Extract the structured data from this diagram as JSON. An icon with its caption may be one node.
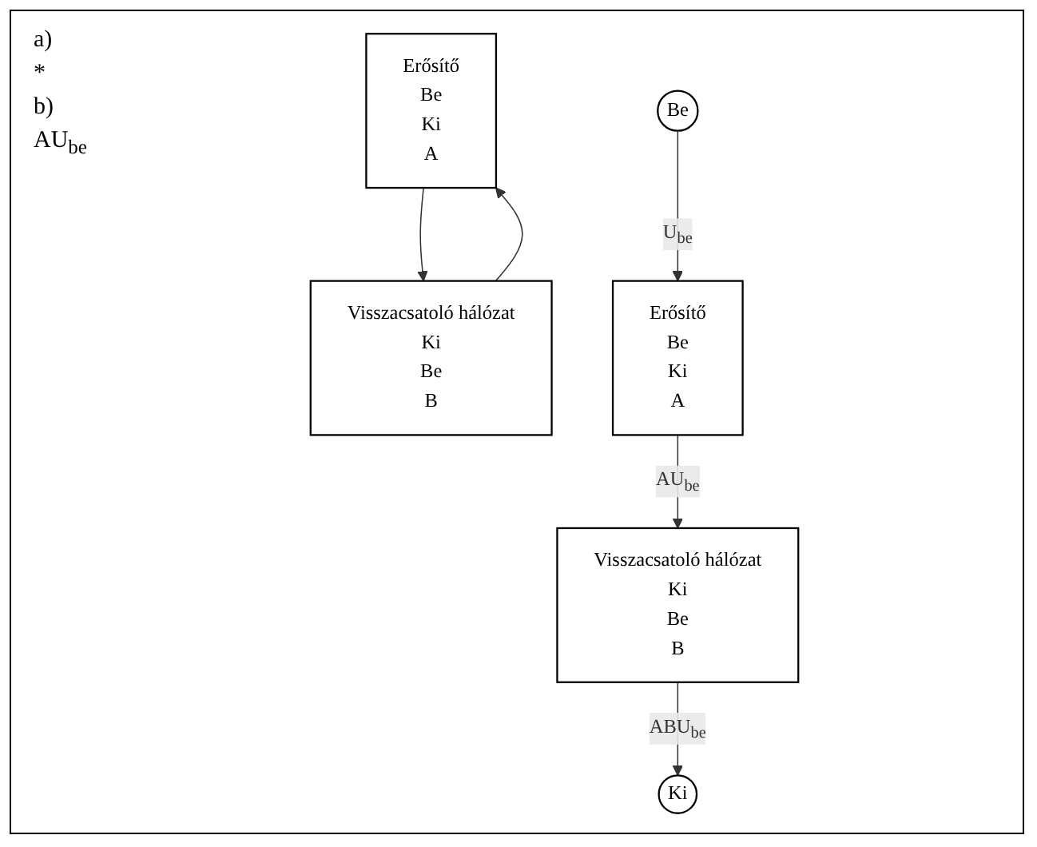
{
  "diagram": {
    "nodes": [
      {
        "text": [
          "Erősítő",
          "Be",
          "Ki",
          "A"
        ]
      },
      {
        "text": [
          "Visszacsatoló hálózat",
          "Ki",
          "Be",
          "B"
        ]
      },
      {
        "text": [
          "Erősítő",
          "Be",
          "Ki",
          "A"
        ]
      },
      {
        "text": [
          "Visszacsatoló hálózat",
          "Ki",
          "Be",
          "B"
        ]
      },
      {
        "text": [
          "Be"
        ]
      },
      {
        "text": [
          "Ki"
        ]
      }
    ],
    "edges": [
      {
        "from": 0,
        "to": 1,
        "arrow": "to"
      },
      {
        "from": 1,
        "to": 0,
        "arrow": "to"
      },
      {
        "from": 4,
        "to": 2,
        "arrow": "to",
        "label": "U$_{be}$"
      },
      {
        "from": 2,
        "to": 3,
        "arrow": "to",
        "label": "AU$_{be}$"
      },
      {
        "from": 3,
        "to": 5,
        "arrow": "to",
        "label": "ABU$_{be}$"
      }
    ],
    "labels": [
      "a)",
      "*",
      "b)",
      "AU$_{be}$"
    ]
  }
}
